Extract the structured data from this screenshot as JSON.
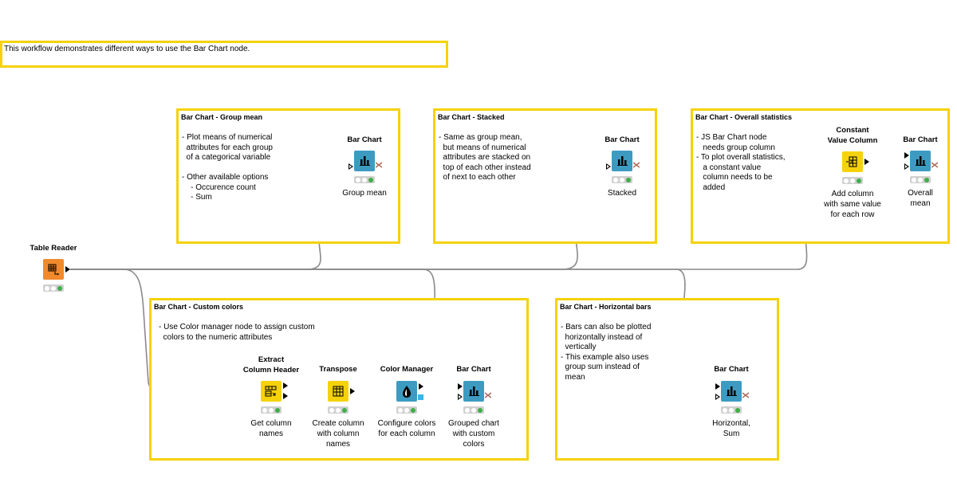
{
  "colors": {
    "annotation_border": "#f5d20a",
    "connection": "#8a8a8a",
    "reader_node": "#f08a2d",
    "manipulator_node": "#f5d20a",
    "viz_node": "#3d9bc2",
    "status_ok": "#3fae49"
  },
  "intro": {
    "text": "This workflow demonstrates different ways to use the Bar Chart node."
  },
  "annotations": {
    "group_mean": {
      "title": "Bar Chart - Group mean",
      "text": "- Plot means of numerical\n  attributes for each group\n  of a categorical variable\n\n- Other available options\n    - Occurence count\n    - Sum"
    },
    "stacked": {
      "title": "Bar Chart - Stacked",
      "text": "- Same as group mean,\n  but means of numerical\n  attributes are stacked on\n  top of each other instead\n  of next to each other"
    },
    "overall": {
      "title": "Bar Chart - Overall statistics",
      "text": "- JS Bar Chart node\n   needs group column\n- To plot overall statistics,\n   a constant value\n   column needs to be\n   added"
    },
    "custom_colors": {
      "title": "Bar Chart - Custom colors",
      "text": "- Use Color manager node to assign custom\n  colors to the numeric attributes"
    },
    "horizontal": {
      "title": "Bar Chart - Horizontal bars",
      "text": "- Bars can also be plotted\n  horizontally instead of\n  vertically\n- This example also uses\n  group sum instead of\n  mean"
    }
  },
  "nodes": {
    "table_reader": {
      "title": "Table Reader",
      "label": "",
      "icon": "table-reader-icon"
    },
    "bar_group_mean": {
      "title": "Bar Chart",
      "label": "Group mean",
      "icon": "bar-chart-icon"
    },
    "bar_stacked": {
      "title": "Bar Chart",
      "label": "Stacked",
      "icon": "bar-chart-icon"
    },
    "constant_value": {
      "title": "Constant\nValue Column",
      "label": "Add column\nwith same value\nfor each row",
      "icon": "constant-value-icon"
    },
    "bar_overall": {
      "title": "Bar Chart",
      "label": "Overall\nmean",
      "icon": "bar-chart-icon"
    },
    "extract_header": {
      "title": "Extract\nColumn Header",
      "label": "Get column\nnames",
      "icon": "extract-header-icon"
    },
    "transpose": {
      "title": "Transpose",
      "label": "Create column\nwith column\nnames",
      "icon": "transpose-icon"
    },
    "color_manager": {
      "title": "Color Manager",
      "label": "Configure colors\nfor each column",
      "icon": "color-drop-icon"
    },
    "bar_custom": {
      "title": "Bar Chart",
      "label": "Grouped chart\nwith custom\ncolors",
      "icon": "bar-chart-icon"
    },
    "bar_horizontal": {
      "title": "Bar Chart",
      "label": "Horizontal,\nSum",
      "icon": "bar-chart-icon"
    }
  }
}
